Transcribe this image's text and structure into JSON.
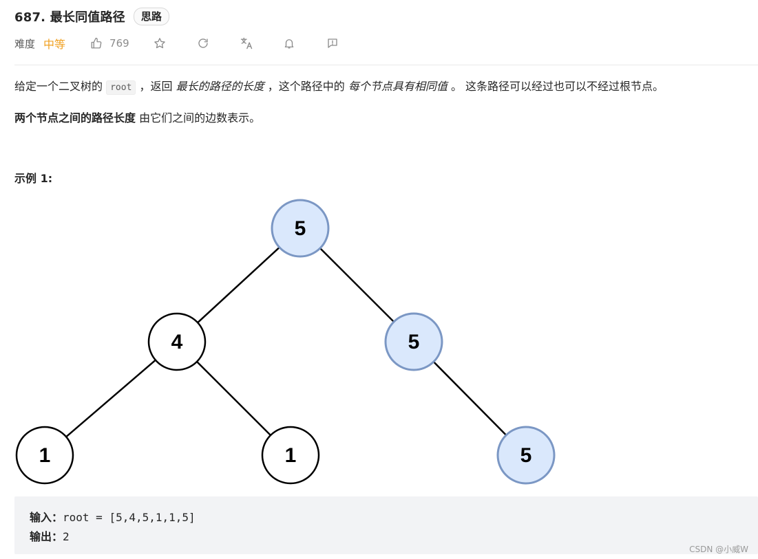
{
  "header": {
    "number": "687.",
    "title": "最长同值路径",
    "hint_tag": "思路"
  },
  "meta": {
    "difficulty_label": "难度",
    "difficulty_value": "中等",
    "like_count": "769",
    "icons": [
      "thumbs-up-icon",
      "star-icon",
      "refresh-icon",
      "translate-icon",
      "bell-icon",
      "feedback-icon"
    ]
  },
  "description": {
    "p1_a": "给定一个二叉树的",
    "p1_code": "root",
    "p1_b": "，返回",
    "p1_em1": "最长的路径的长度",
    "p1_c": "，这个路径中的",
    "p1_em2": "每个节点具有相同值",
    "p1_d": "。 这条路径可以经过也可以不经过根节点。",
    "p2_strong": "两个节点之间的路径长度",
    "p2_rest": "由它们之间的边数表示。"
  },
  "example": {
    "heading": "示例 1:",
    "input_label": "输入：",
    "input_value": "root = [5,4,5,1,1,5]",
    "output_label": "输出：",
    "output_value": "2"
  },
  "tree": {
    "nodes": [
      {
        "id": "n0",
        "value": "5",
        "highlighted": true
      },
      {
        "id": "n1",
        "value": "4",
        "highlighted": false
      },
      {
        "id": "n2",
        "value": "5",
        "highlighted": true
      },
      {
        "id": "n3",
        "value": "1",
        "highlighted": false
      },
      {
        "id": "n4",
        "value": "1",
        "highlighted": false
      },
      {
        "id": "n5",
        "value": "5",
        "highlighted": true
      }
    ],
    "edges": [
      [
        "n0",
        "n1"
      ],
      [
        "n0",
        "n2"
      ],
      [
        "n1",
        "n3"
      ],
      [
        "n1",
        "n4"
      ],
      [
        "n2",
        "n5"
      ]
    ],
    "highlight_fill": "#dae8fc",
    "highlight_stroke": "#7b97c4",
    "normal_fill": "#ffffff",
    "normal_stroke": "#000000"
  },
  "colors": {
    "difficulty_medium": "#f0a020",
    "muted": "#8c8c8c",
    "code_bg": "#f2f3f5"
  },
  "watermark": "CSDN @小威W"
}
